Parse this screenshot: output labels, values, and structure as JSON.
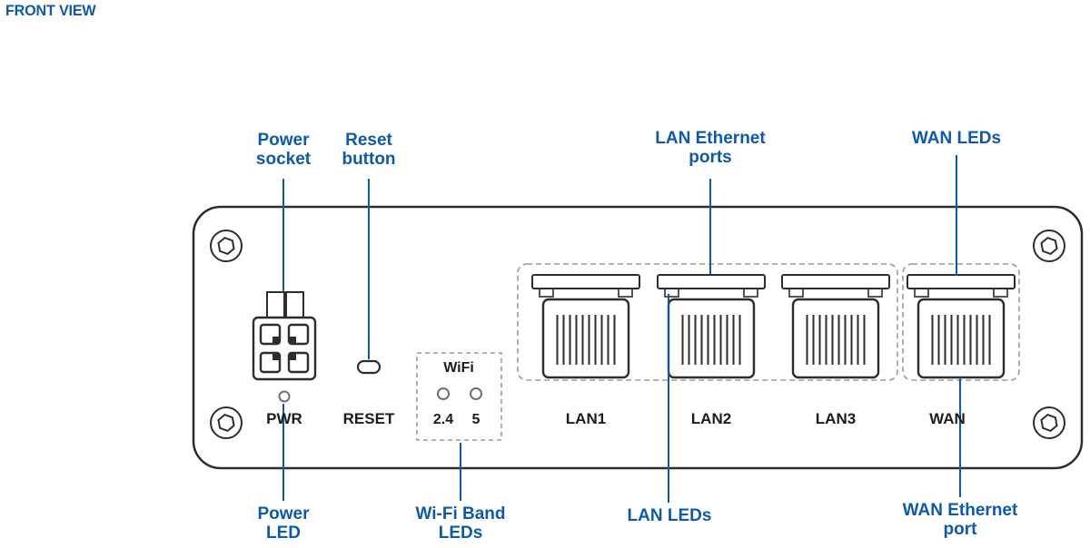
{
  "title": "FRONT VIEW",
  "colors": {
    "accent": "#0e5aa7",
    "outline": "#2d2d2d",
    "dashed_border": "#9b9b9b"
  },
  "device": {
    "pwr_label": "PWR",
    "reset_label": "RESET",
    "wifi_label": "WiFi",
    "wifi_band_2_4": "2.4",
    "wifi_band_5": "5",
    "port_labels": [
      "LAN1",
      "LAN2",
      "LAN3",
      "WAN"
    ]
  },
  "callouts": {
    "power_socket": {
      "lines": [
        "Power",
        "socket"
      ]
    },
    "reset_button": {
      "lines": [
        "Reset",
        "button"
      ]
    },
    "lan_ethernet_ports": {
      "lines": [
        "LAN Ethernet",
        "ports"
      ]
    },
    "wan_leds": {
      "lines": [
        "WAN LEDs"
      ]
    },
    "power_led": {
      "lines": [
        "Power",
        "LED"
      ]
    },
    "wifi_band_leds": {
      "lines": [
        "Wi-Fi Band",
        "LEDs"
      ]
    },
    "lan_leds": {
      "lines": [
        "LAN LEDs"
      ]
    },
    "wan_ethernet_port": {
      "lines": [
        "WAN Ethernet",
        "port"
      ]
    }
  }
}
